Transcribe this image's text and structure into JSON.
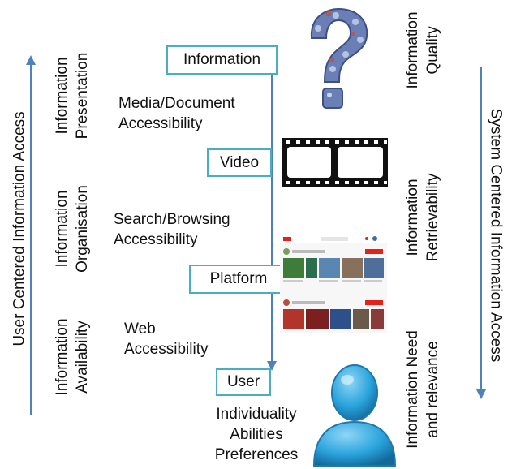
{
  "flow": {
    "boxes": {
      "information": "Information",
      "video": "Video",
      "platform": "Platform",
      "user": "User"
    },
    "links": {
      "media_line1": "Media/Document",
      "media_line2": "Accessibility",
      "search_line1": "Search/Browsing",
      "search_line2": "Accessibility",
      "web_line1": "Web",
      "web_line2": "Accessibility"
    },
    "user_traits": [
      "Individuality",
      "Abilities",
      "Preferences"
    ]
  },
  "left_axis": {
    "title": "User Centered Information Access",
    "labels": [
      [
        "Information",
        "Presentation"
      ],
      [
        "Information",
        "Organisation"
      ],
      [
        "Information",
        "Availability"
      ]
    ]
  },
  "right_axis": {
    "title": "System  Centered Information Access",
    "labels": [
      [
        "Information",
        "Quality"
      ],
      [
        "Information",
        "Retrievability"
      ],
      [
        "Information Need",
        "and relevance"
      ]
    ]
  },
  "icons": [
    "puzzle-question-mark-icon",
    "film-strip-icon",
    "video-platform-screenshot-icon",
    "user-person-icon"
  ],
  "colors": {
    "box_border": "#4bacc6",
    "arrow": "#4f81bd",
    "person": "#29a3dc"
  }
}
